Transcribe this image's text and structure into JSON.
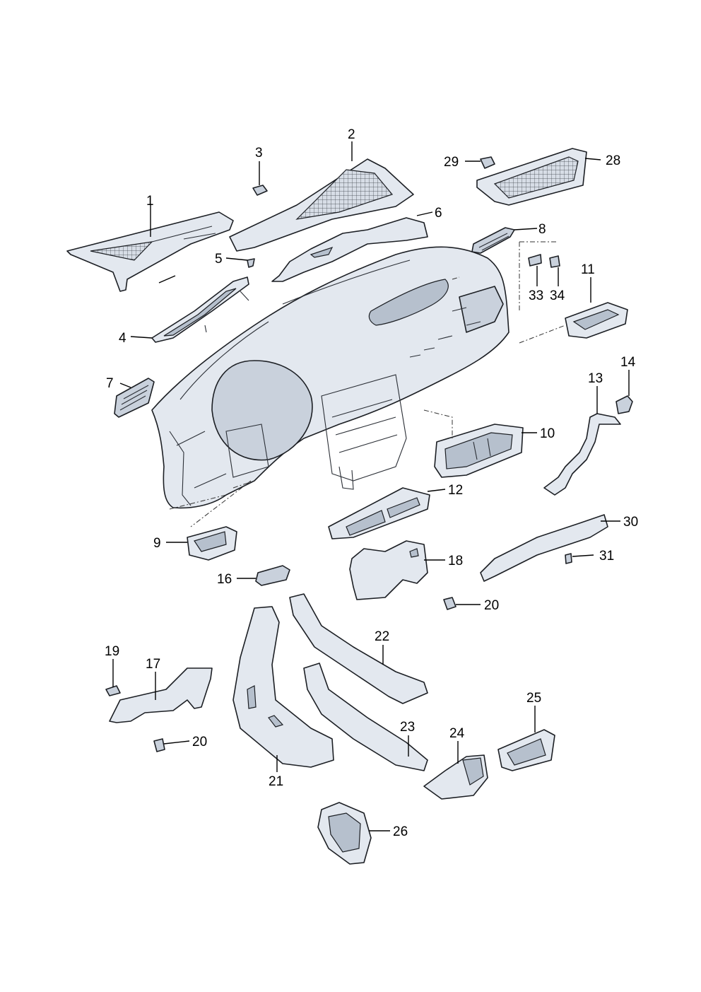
{
  "callouts": [
    {
      "id": "c1",
      "label": "1"
    },
    {
      "id": "c2",
      "label": "2"
    },
    {
      "id": "c3",
      "label": "3"
    },
    {
      "id": "c4",
      "label": "4"
    },
    {
      "id": "c5",
      "label": "5"
    },
    {
      "id": "c6",
      "label": "6"
    },
    {
      "id": "c7",
      "label": "7"
    },
    {
      "id": "c8",
      "label": "8"
    },
    {
      "id": "c9",
      "label": "9"
    },
    {
      "id": "c10",
      "label": "10"
    },
    {
      "id": "c11",
      "label": "11"
    },
    {
      "id": "c12",
      "label": "12"
    },
    {
      "id": "c13",
      "label": "13"
    },
    {
      "id": "c14",
      "label": "14"
    },
    {
      "id": "c16",
      "label": "16"
    },
    {
      "id": "c17",
      "label": "17"
    },
    {
      "id": "c18",
      "label": "18"
    },
    {
      "id": "c19",
      "label": "19"
    },
    {
      "id": "c20a",
      "label": "20"
    },
    {
      "id": "c20b",
      "label": "20"
    },
    {
      "id": "c21",
      "label": "21"
    },
    {
      "id": "c22",
      "label": "22"
    },
    {
      "id": "c23",
      "label": "23"
    },
    {
      "id": "c24",
      "label": "24"
    },
    {
      "id": "c25",
      "label": "25"
    },
    {
      "id": "c26",
      "label": "26"
    },
    {
      "id": "c28",
      "label": "28"
    },
    {
      "id": "c29",
      "label": "29"
    },
    {
      "id": "c30",
      "label": "30"
    },
    {
      "id": "c31",
      "label": "31"
    },
    {
      "id": "c33",
      "label": "33"
    },
    {
      "id": "c34",
      "label": "34"
    }
  ]
}
